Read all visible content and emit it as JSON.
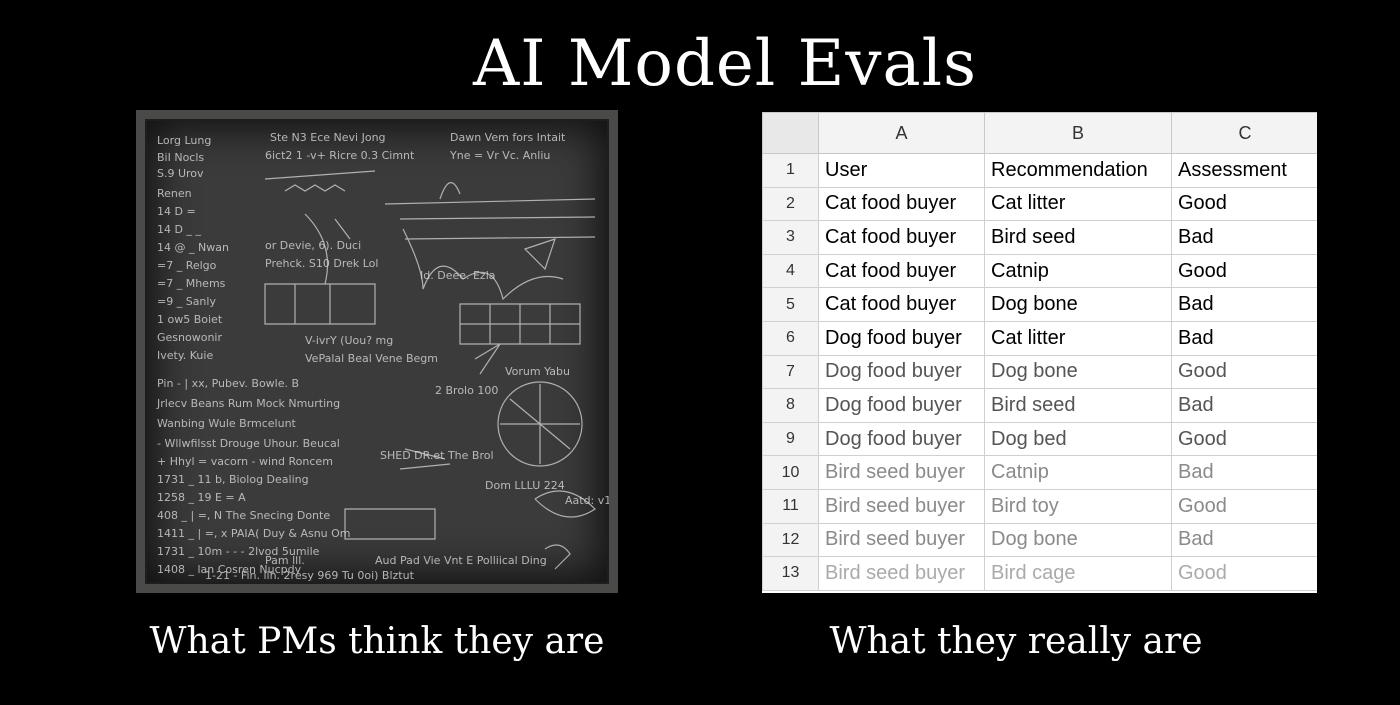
{
  "title": "AI Model Evals",
  "captions": {
    "left": "What PMs think they are",
    "right": "What they really are"
  },
  "spreadsheet": {
    "column_letters": [
      "A",
      "B",
      "C"
    ],
    "rows": [
      {
        "num": "1",
        "user": "User",
        "recommendation": "Recommendation",
        "assessment": "Assessment"
      },
      {
        "num": "2",
        "user": "Cat food buyer",
        "recommendation": "Cat litter",
        "assessment": "Good"
      },
      {
        "num": "3",
        "user": "Cat food buyer",
        "recommendation": "Bird seed",
        "assessment": "Bad"
      },
      {
        "num": "4",
        "user": "Cat food buyer",
        "recommendation": "Catnip",
        "assessment": "Good"
      },
      {
        "num": "5",
        "user": "Cat food buyer",
        "recommendation": "Dog bone",
        "assessment": "Bad"
      },
      {
        "num": "6",
        "user": "Dog food buyer",
        "recommendation": "Cat litter",
        "assessment": "Bad"
      },
      {
        "num": "7",
        "user": "Dog food buyer",
        "recommendation": "Dog bone",
        "assessment": "Good"
      },
      {
        "num": "8",
        "user": "Dog food buyer",
        "recommendation": "Bird seed",
        "assessment": "Bad"
      },
      {
        "num": "9",
        "user": "Dog food buyer",
        "recommendation": "Dog bed",
        "assessment": "Good"
      },
      {
        "num": "10",
        "user": "Bird seed buyer",
        "recommendation": "Catnip",
        "assessment": "Bad"
      },
      {
        "num": "11",
        "user": "Bird seed buyer",
        "recommendation": "Bird toy",
        "assessment": "Good"
      },
      {
        "num": "12",
        "user": "Bird seed buyer",
        "recommendation": "Dog bone",
        "assessment": "Bad"
      },
      {
        "num": "13",
        "user": "Bird seed buyer",
        "recommendation": "Bird cage",
        "assessment": "Good"
      }
    ]
  }
}
